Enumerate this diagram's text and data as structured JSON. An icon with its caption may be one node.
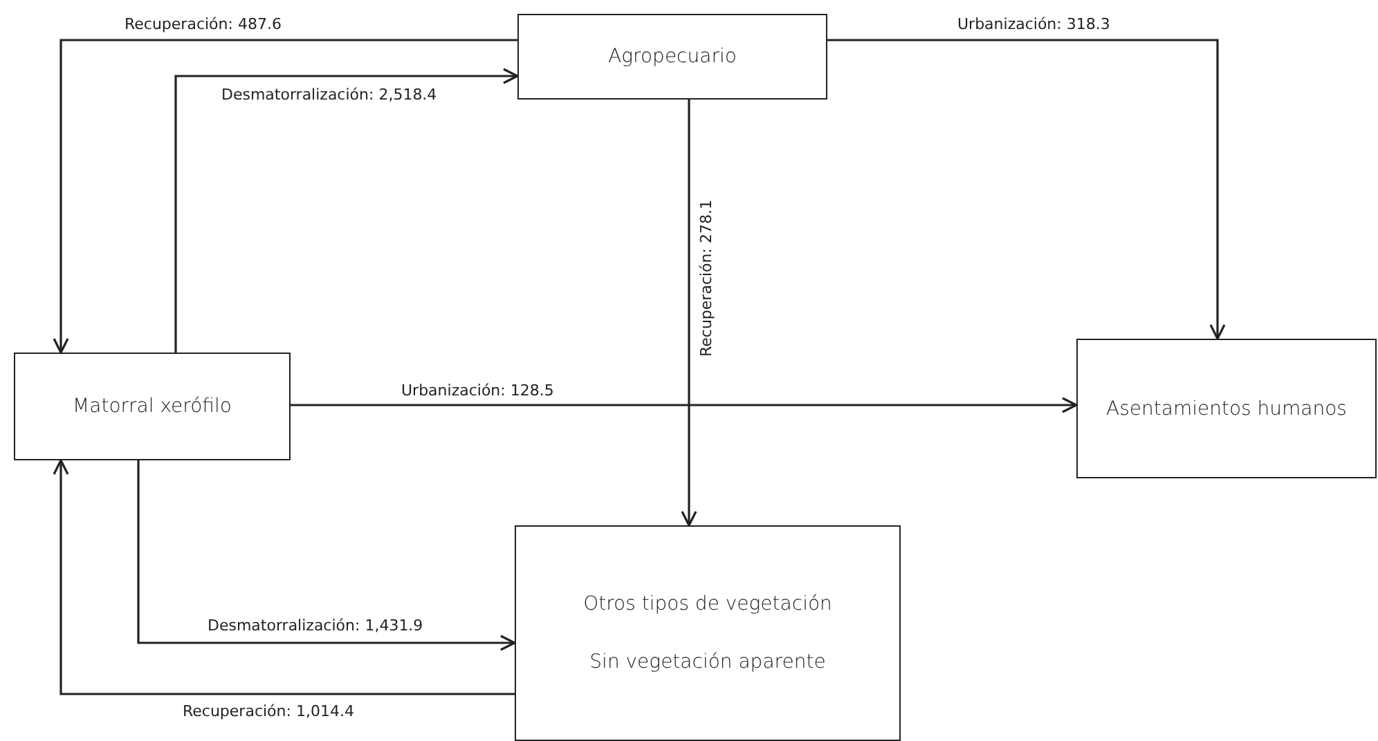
{
  "diagram": {
    "nodes": [
      {
        "text": [
          "Agropecuario"
        ]
      },
      {
        "text": [
          "Matorral xerófilo"
        ]
      },
      {
        "text": [
          "Asentamientos humanos"
        ]
      },
      {
        "text": [
          "Otros tipos de vegetación",
          "Sin vegetación aparente"
        ]
      }
    ],
    "edges": [
      {
        "from": 0,
        "to": 1,
        "arrow": "to",
        "label": "Recuperación: 487.6"
      },
      {
        "from": 1,
        "to": 0,
        "arrow": "to",
        "label": "Desmatorralización: 2,518.4"
      },
      {
        "from": 0,
        "to": 2,
        "arrow": "to",
        "label": "Urbanización: 318.3"
      },
      {
        "from": 0,
        "to": 3,
        "arrow": "to",
        "label": "Recuperación: 278.1"
      },
      {
        "from": 1,
        "to": 2,
        "arrow": "to",
        "label": "Urbanización: 128.5"
      },
      {
        "from": 1,
        "to": 3,
        "arrow": "to",
        "label": "Desmatorralización: 1,431.9"
      },
      {
        "from": 3,
        "to": 1,
        "arrow": "to",
        "label": "Recuperación: 1,014.4"
      }
    ]
  }
}
